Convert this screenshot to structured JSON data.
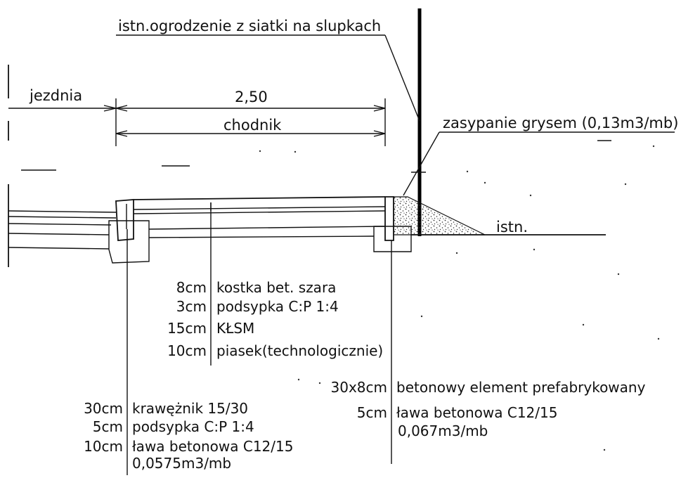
{
  "labels": {
    "fence": "istn.ogrodzenie z siatki na slupkach",
    "roadway": "jezdnia",
    "width": "2,50",
    "sidewalk": "chodnik",
    "fill": "zasypanie grysem (0,13m3/mb)",
    "existing": "istn."
  },
  "sidewalk_layers": [
    {
      "thickness": "8cm",
      "material": "kostka bet. szara"
    },
    {
      "thickness": "3cm",
      "material": "podsypka C:P 1:4"
    },
    {
      "thickness": "15cm",
      "material": "KŁSM"
    },
    {
      "thickness": "10cm",
      "material": "piasek(technologicznie)"
    }
  ],
  "curb_layers": [
    {
      "thickness": "30cm",
      "material": "krawężnik 15/30"
    },
    {
      "thickness": "5cm",
      "material": "podsypka C:P 1:4"
    },
    {
      "thickness": "10cm",
      "material": "ława betonowa C12/15"
    }
  ],
  "curb_volume": "0,0575m3/mb",
  "edge_layers": [
    {
      "thickness": "30x8cm",
      "material": "betonowy element prefabrykowany"
    },
    {
      "thickness": "5cm",
      "material": "ława betonowa C12/15"
    }
  ],
  "edge_volume": "0,067m3/mb"
}
